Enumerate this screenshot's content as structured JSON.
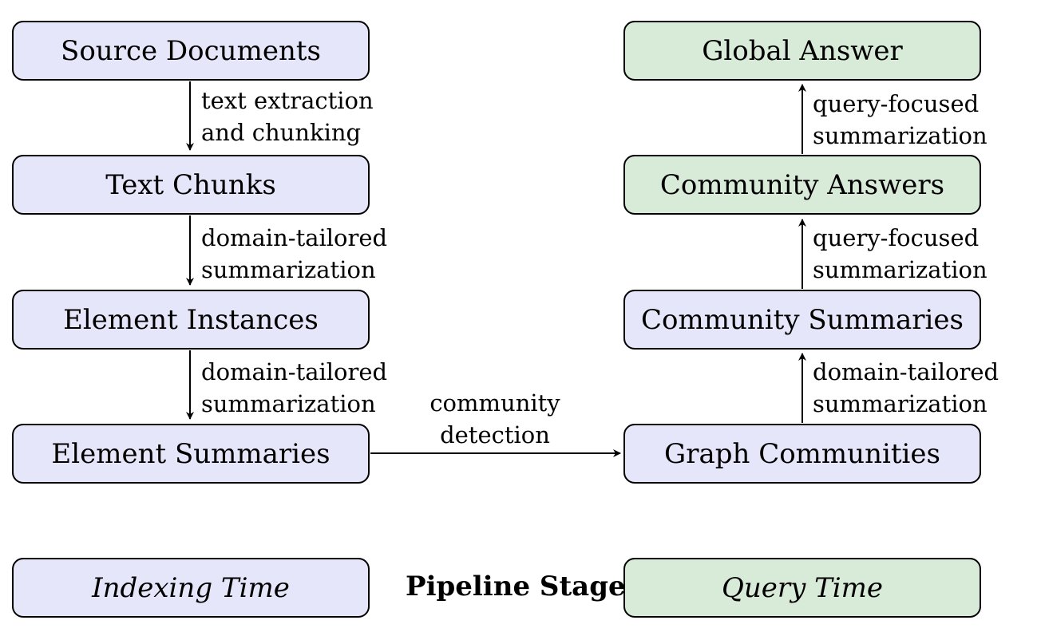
{
  "indexing": {
    "source_documents": "Source Documents",
    "text_chunks": "Text Chunks",
    "element_instances": "Element Instances",
    "element_summaries": "Element Summaries"
  },
  "query": {
    "global_answer": "Global Answer",
    "community_answers": "Community Answers",
    "community_summaries": "Community Summaries",
    "graph_communities": "Graph Communities"
  },
  "edges": {
    "text_extraction": [
      "text extraction",
      "and chunking"
    ],
    "domain_tailored_1": [
      "domain-tailored",
      "summarization"
    ],
    "domain_tailored_2": [
      "domain-tailored",
      "summarization"
    ],
    "community_detection": [
      "community",
      "detection"
    ],
    "domain_tailored_3": [
      "domain-tailored",
      "summarization"
    ],
    "query_focused_1": [
      "query-focused",
      "summarization"
    ],
    "query_focused_2": [
      "query-focused",
      "summarization"
    ]
  },
  "legend": {
    "indexing_time": "Indexing Time",
    "pipeline_stage": "Pipeline Stage",
    "query_time": "Query Time"
  },
  "colors": {
    "indexing_fill": "#e6e6fa",
    "query_fill": "#d8ead8",
    "stroke": "#000000"
  }
}
